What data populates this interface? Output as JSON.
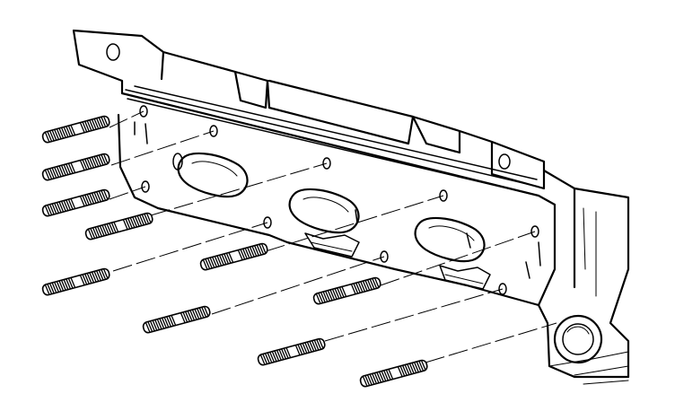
{
  "figure": {
    "kind": "exploded-view line drawing",
    "subject": "cylinder-head-exhaust-studs",
    "stud_count": 10
  },
  "colors": {
    "line": "#000000",
    "background": "#ffffff"
  }
}
